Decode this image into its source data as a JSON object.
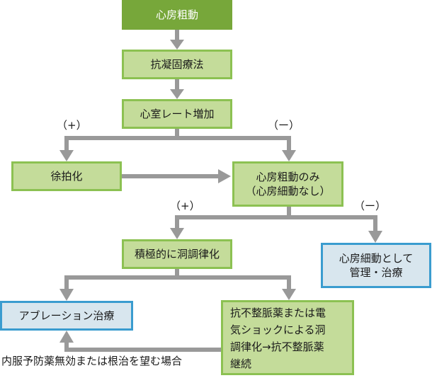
{
  "nodes": {
    "afl": "心房粗動",
    "anticoag": "抗凝固療法",
    "hr_up": "心室レート増加",
    "rate_ctrl": "徐拍化",
    "afl_only_1": "心房粗動のみ",
    "afl_only_2": "（心房細動なし）",
    "rhythm": "積極的に洞調律化",
    "af_mgmt_1": "心房細動として",
    "af_mgmt_2": "管理・治療",
    "ablation": "アブレーション治療",
    "aad_1": "抗不整脈薬または電",
    "aad_2": "気ショックによる洞",
    "aad_3": "調律化→抗不整脈薬",
    "aad_4": "継続"
  },
  "labels": {
    "plus_1": "（+）",
    "minus_1": "（ー）",
    "plus_2": "（+）",
    "minus_2": "（ー）",
    "ablation_condition": "内服予防薬無効または根治を望む場合"
  },
  "colors": {
    "dark_green": "#77a73a",
    "light_green": "#c4dc9a",
    "green_border": "#8cc152",
    "light_blue": "#d8e6ee",
    "blue_border": "#3a9ccf",
    "arrow_gray": "#999999"
  }
}
